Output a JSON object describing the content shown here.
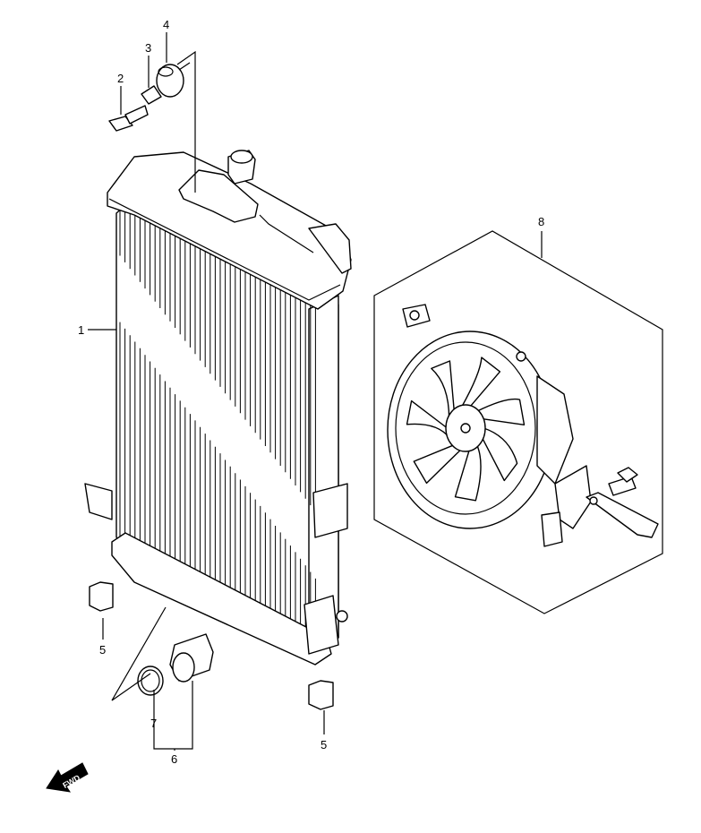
{
  "diagram": {
    "callouts": [
      {
        "id": "c1",
        "label": "1"
      },
      {
        "id": "c2",
        "label": "2"
      },
      {
        "id": "c3",
        "label": "3"
      },
      {
        "id": "c4",
        "label": "4"
      },
      {
        "id": "c5a",
        "label": "5"
      },
      {
        "id": "c5b",
        "label": "5"
      },
      {
        "id": "c6",
        "label": "6"
      },
      {
        "id": "c7",
        "label": "7"
      },
      {
        "id": "c8",
        "label": "8"
      }
    ],
    "fwd_label": "FWD"
  }
}
